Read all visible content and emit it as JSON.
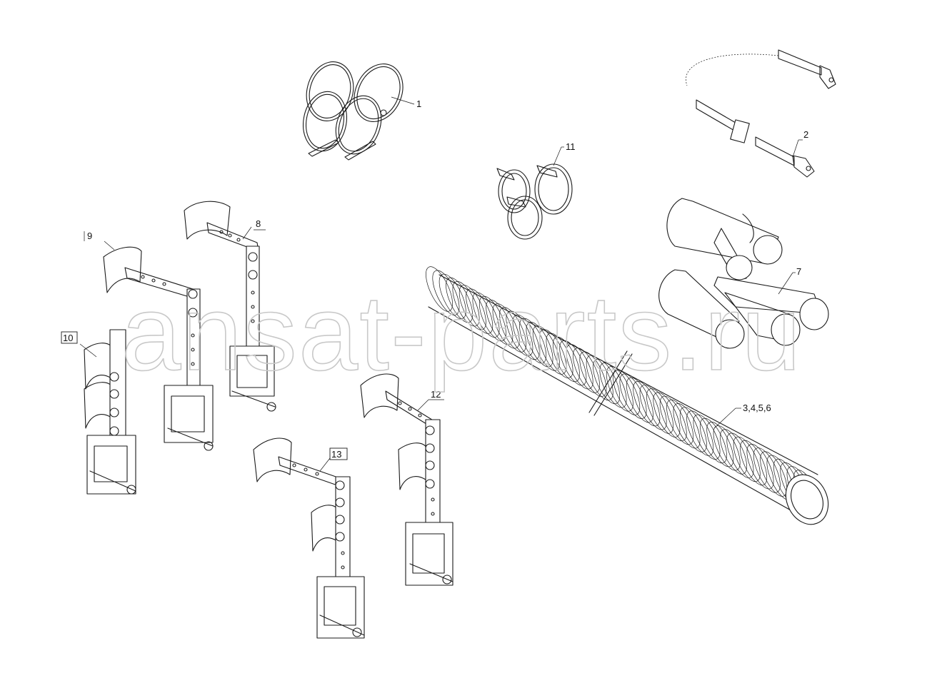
{
  "watermark": "ansat-parts.ru",
  "callouts": {
    "c1": "1",
    "c2": "2",
    "c3": "3,4,5,6",
    "c7": "7",
    "c8": "8",
    "c9": "9",
    "c10": "10",
    "c11": "11",
    "c12": "12",
    "c13": "13"
  },
  "colors": {
    "line": "#1a1a1a",
    "watermark": "#c8c8c8",
    "background": "#ffffff"
  }
}
